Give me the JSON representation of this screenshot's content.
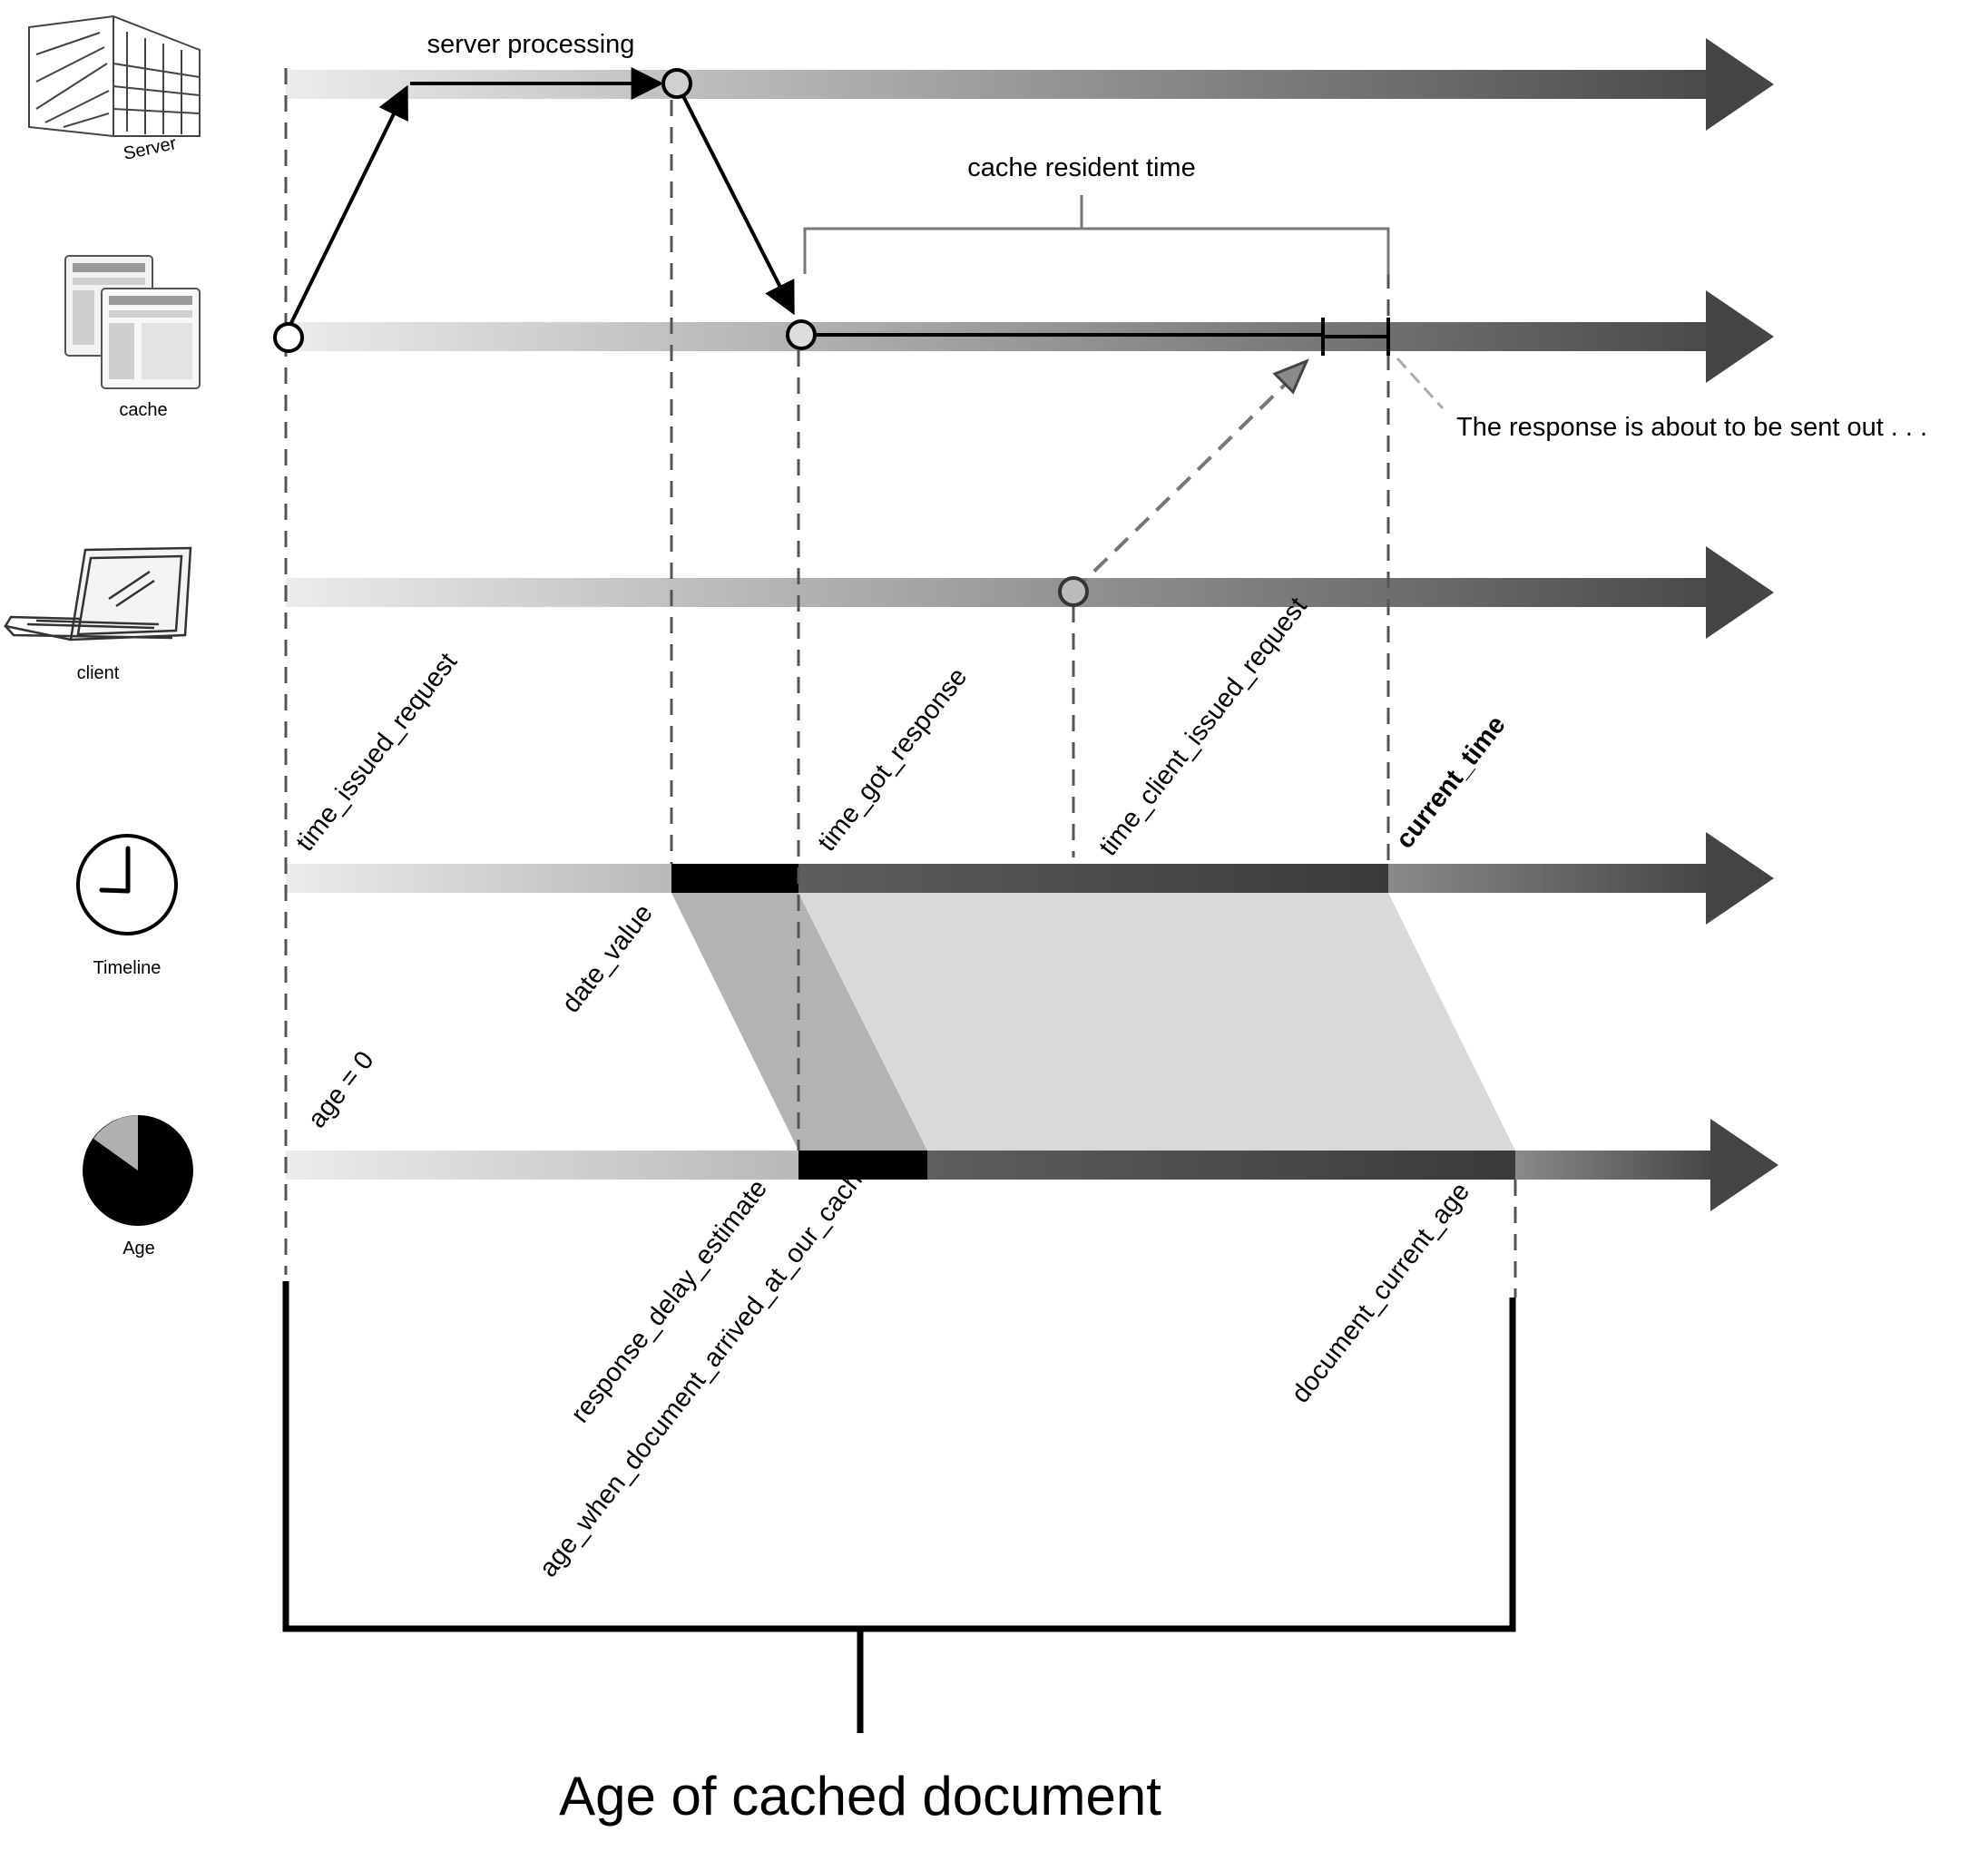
{
  "rows": {
    "server": "Server",
    "cache": "cache",
    "client": "client",
    "timeline": "Timeline",
    "age": "Age"
  },
  "annotations": {
    "server_processing": "server processing",
    "cache_resident_time": "cache resident time",
    "response_about_to_be_sent": "The response is about to be sent out . . ."
  },
  "timeline_labels": {
    "time_issued_request": "time_issued_request",
    "time_got_response": "time_got_response",
    "time_client_issued_request": "time_client_issued_request",
    "current_time": "current_time",
    "date_value": "date_value"
  },
  "age_labels": {
    "age_zero": "age = 0",
    "response_delay_estimate": "response_delay_estimate",
    "age_when_document_arrived_at_our_cache": "age_when_document_arrived_at_our_cache",
    "document_current_age": "document_current_age"
  },
  "summary": {
    "title": "Age of cached document"
  },
  "colors": {
    "arrow_light": "#e8e8e8",
    "arrow_dark": "#474747",
    "highlight_black": "#000000",
    "fill_dark_gray": "#b3b3b3",
    "fill_light_gray": "#d9d9d9"
  }
}
